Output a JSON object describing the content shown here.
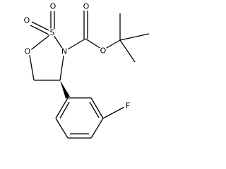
{
  "molecule": {
    "atoms": {
      "s": "S",
      "n": "N",
      "o_ring": "O",
      "o_sulfonyl_top": "O",
      "o_sulfonyl_left": "O",
      "o_carbonyl": "O",
      "o_ester": "O",
      "f": "F"
    }
  }
}
